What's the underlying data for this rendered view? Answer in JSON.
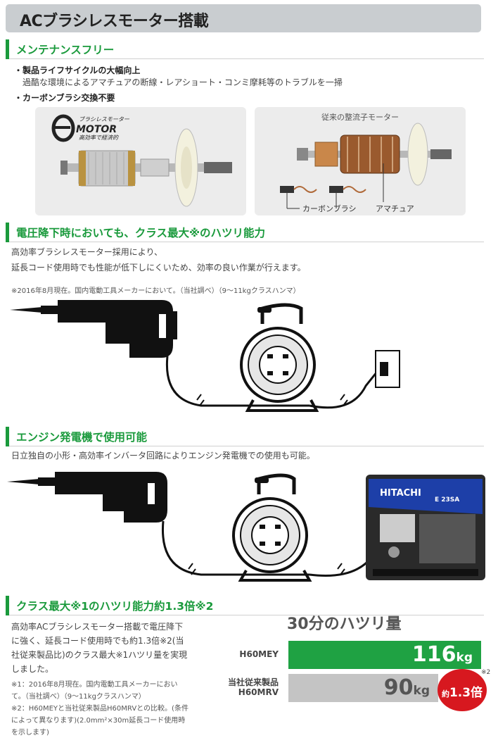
{
  "title": "ACブラシレスモーター搭載",
  "section1": {
    "heading": "メンテナンスフリー",
    "bullet1": "・製品ライフサイクルの大幅向上",
    "bullet1_desc": "過酷な環境によるアマチュアの断線・レアショート・コンミ摩耗等のトラブルを一掃",
    "bullet2": "・カーボンブラシ交換不要",
    "emotor_logo_top": "ブラシレスモーター",
    "emotor_logo_main": "MOTOR",
    "emotor_logo_sub": "高効率で経済的",
    "old_motor_caption": "従来の整流子モーター",
    "label_carbon": "カーボンブラシ",
    "label_armature": "アマチュア"
  },
  "section2": {
    "heading": "電圧降下時においても、クラス最大※のハツリ能力",
    "line1": "高効率ブラシレスモーター採用により、",
    "line2": "延長コード使用時でも性能が低下しにくいため、効率の良い作業が行えます。",
    "note": "※2016年8月現在。国内電動工具メーカーにおいて。（当社調べ）（9～11kgクラスハンマ）"
  },
  "section3": {
    "heading": "エンジン発電機で使用可能",
    "line1": "日立独自の小形・高効率インバータ回路によりエンジン発電機での使用も可能。",
    "generator_brand": "HITACHI",
    "generator_model": "E 23SA"
  },
  "section4": {
    "heading": "クラス最大※1のハツリ能力約1.3倍※2",
    "lines": [
      "高効率ACブラシレスモーター搭載で電圧降下",
      "に強く、延長コード使用時でも約1.3倍※2(当",
      "社従来製品比)のクラス最大※1ハツリ量を実現",
      "しました。"
    ],
    "notes": [
      "※1：2016年8月現在。国内電動工具メーカーにおい",
      "て。（当社調べ）（9～11kgクラスハンマ）",
      "※2：H60MEYと当社従来製品H60MRVとの比較。(条件",
      "によって異なります)(2.0mm²×30m延長コード使用時",
      "を示します)"
    ]
  },
  "chart_data": {
    "type": "bar",
    "title": "30分のハツリ量",
    "categories": [
      "H60MEY",
      "当社従来製品 H60MRV"
    ],
    "values": [
      116,
      90
    ],
    "unit": "kg",
    "colors": [
      "#1fa243",
      "#c4c4c4"
    ],
    "badge_prefix": "約",
    "badge_value": "1.3倍",
    "badge_note": "※2"
  },
  "chart_labels": {
    "h60mey": "H60MEY",
    "old_line1": "当社従来製品",
    "old_line2": "H60MRV",
    "val1": "116",
    "val2": "90",
    "unit": "kg"
  }
}
